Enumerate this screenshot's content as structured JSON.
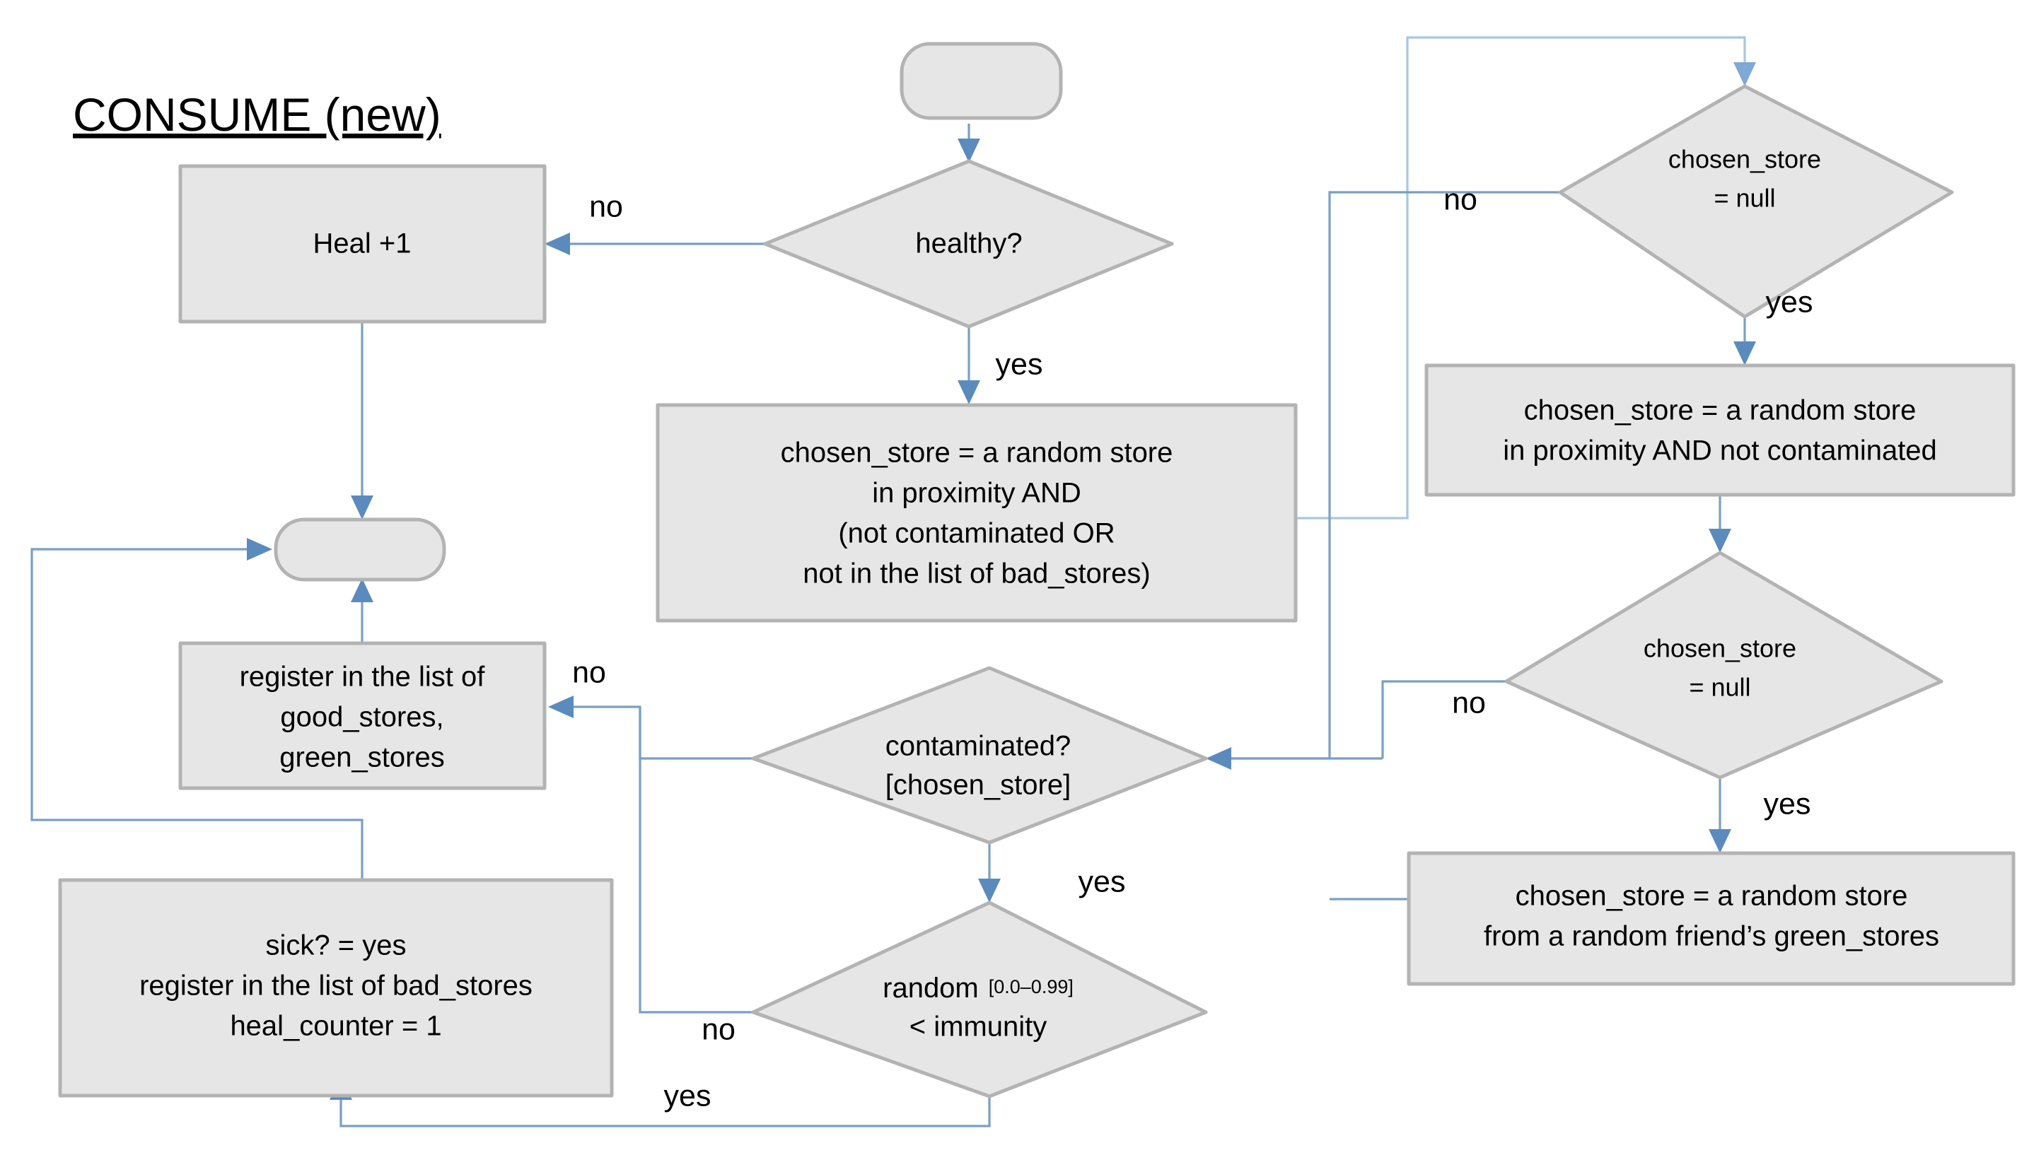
{
  "diagram": {
    "title": "CONSUME (new)",
    "background_color": "#ffffff",
    "node_fill_color": "#e6e6e6",
    "node_border_color": "#b3b3b3",
    "connector_color": "#7a9fc4"
  },
  "nodes": {
    "start_terminator": {
      "label": "",
      "shape": "terminator"
    },
    "healthy_decision": {
      "label": "healthy?",
      "shape": "decision"
    },
    "heal_plus_one": {
      "label": "Heal +1",
      "shape": "process"
    },
    "pick_store_main": {
      "line1": "chosen_store =  a random store",
      "line2": "in proximity AND",
      "line3": "(not contaminated OR",
      "line4": "not in the list of bad_stores)",
      "shape": "process"
    },
    "chosen_store_null_1": {
      "line1": "chosen_store",
      "line2": "= null",
      "shape": "decision"
    },
    "pick_store_not_contaminated": {
      "line1": "chosen_store =  a random store",
      "line2": "in proximity AND not contaminated",
      "shape": "process"
    },
    "chosen_store_null_2": {
      "line1": "chosen_store",
      "line2": "= null",
      "shape": "decision"
    },
    "pick_store_friend": {
      "line1": "chosen_store =  a random store",
      "line2": "from a random friend’s green_stores",
      "shape": "process"
    },
    "contaminated_decision": {
      "line1": "contaminated?",
      "line2": "[chosen_store]",
      "shape": "decision"
    },
    "random_immunity_decision": {
      "line1_main": "random",
      "line1_sub": "[0.0–0.99]",
      "line2": "< immunity",
      "shape": "decision"
    },
    "register_good_stores": {
      "line1": "register in the list of",
      "line2": "good_stores,",
      "line3": "green_stores",
      "shape": "process"
    },
    "sick_block": {
      "line1": "sick? = yes",
      "line2": "register in the list of bad_stores",
      "line3": "heal_counter = 1",
      "shape": "process"
    },
    "end_terminator": {
      "label": "",
      "shape": "terminator"
    }
  },
  "edge_labels": {
    "healthy_no": "no",
    "healthy_yes": "yes",
    "null1_no": "no",
    "null1_yes": "yes",
    "null2_no": "no",
    "null2_yes": "yes",
    "contaminated_no": "no",
    "contaminated_yes": "yes",
    "immunity_no": "no",
    "immunity_yes": "yes"
  }
}
